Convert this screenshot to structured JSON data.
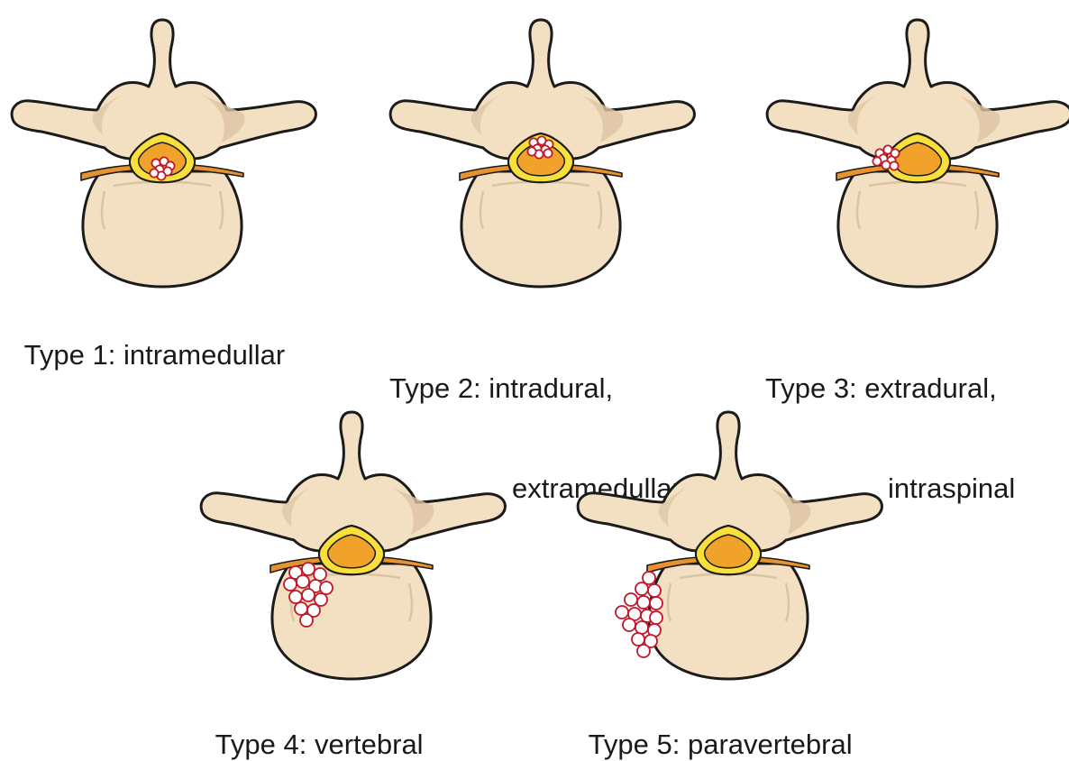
{
  "colors": {
    "bone_fill": "#f3dfc1",
    "bone_shade": "#dcc3a2",
    "outline": "#1b1b1b",
    "root": "#e8922e",
    "dural_sac": "#f8df3a",
    "cord": "#f0a22a",
    "lesion_stroke": "#c3172b",
    "lesion_fill": "#ffffff"
  },
  "panels": [
    {
      "id": "type-1",
      "caption_line1": "Type 1: intramedullar",
      "caption_line2": "",
      "lesion": "intramedullar"
    },
    {
      "id": "type-2",
      "caption_line1": "Type 2: intradural,",
      "caption_line2": "extramedullar",
      "lesion": "intradural"
    },
    {
      "id": "type-3",
      "caption_line1": "Type 3: extradural,",
      "caption_line2": "intraspinal",
      "lesion": "extradural"
    },
    {
      "id": "type-4",
      "caption_line1": "Type 4: vertebral",
      "caption_line2": "",
      "lesion": "vertebral"
    },
    {
      "id": "type-5",
      "caption_line1": "Type 5: paravertebral",
      "caption_line2": "",
      "lesion": "paravertebral"
    }
  ]
}
